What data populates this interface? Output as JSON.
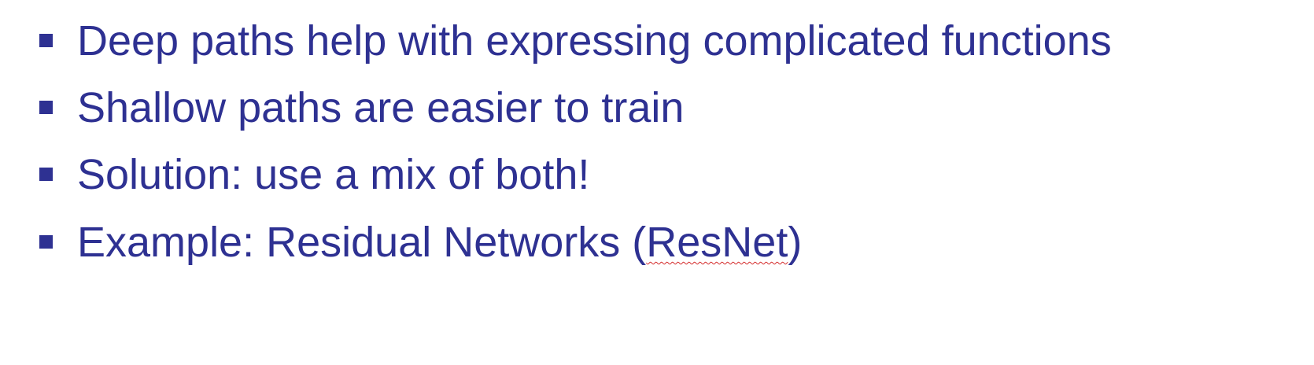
{
  "slide": {
    "bullets": [
      {
        "text": "Deep paths help with expressing complicated functions"
      },
      {
        "text": "Shallow paths are easier to train"
      },
      {
        "text": "Solution: use a mix of both!"
      },
      {
        "text_before": "Example: Residual Networks (",
        "text_flagged": "ResNet",
        "text_after": ")"
      }
    ],
    "colors": {
      "text": "#2e3192",
      "bullet": "#2e3192",
      "spellcheck_underline": "#d42a2a"
    }
  }
}
